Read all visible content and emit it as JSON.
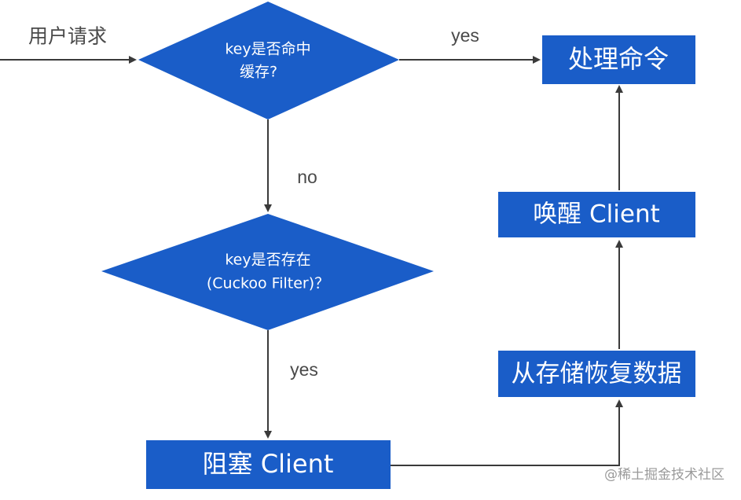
{
  "diagram": {
    "nodes": {
      "decision_cache": {
        "lines": [
          "key是否命中",
          "缓存?"
        ]
      },
      "decision_filter": {
        "lines": [
          "key是否存在",
          "(Cuckoo Filter)？"
        ]
      },
      "process_command": {
        "label": "处理命令"
      },
      "wake_client": {
        "label": "唤醒 Client"
      },
      "restore_storage": {
        "label": "从存储恢复数据"
      },
      "block_client": {
        "label": "阻塞 Client"
      }
    },
    "edges": {
      "user_request": {
        "label": "用户请求"
      },
      "cache_yes": {
        "label": "yes"
      },
      "cache_no": {
        "label": "no"
      },
      "filter_yes": {
        "label": "yes"
      }
    },
    "colors": {
      "shape_fill": "#1a5dc8",
      "line": "#3a3a3a",
      "label_text": "#4a4a4a"
    }
  },
  "watermark": {
    "text": "@稀土掘金技术社区"
  }
}
